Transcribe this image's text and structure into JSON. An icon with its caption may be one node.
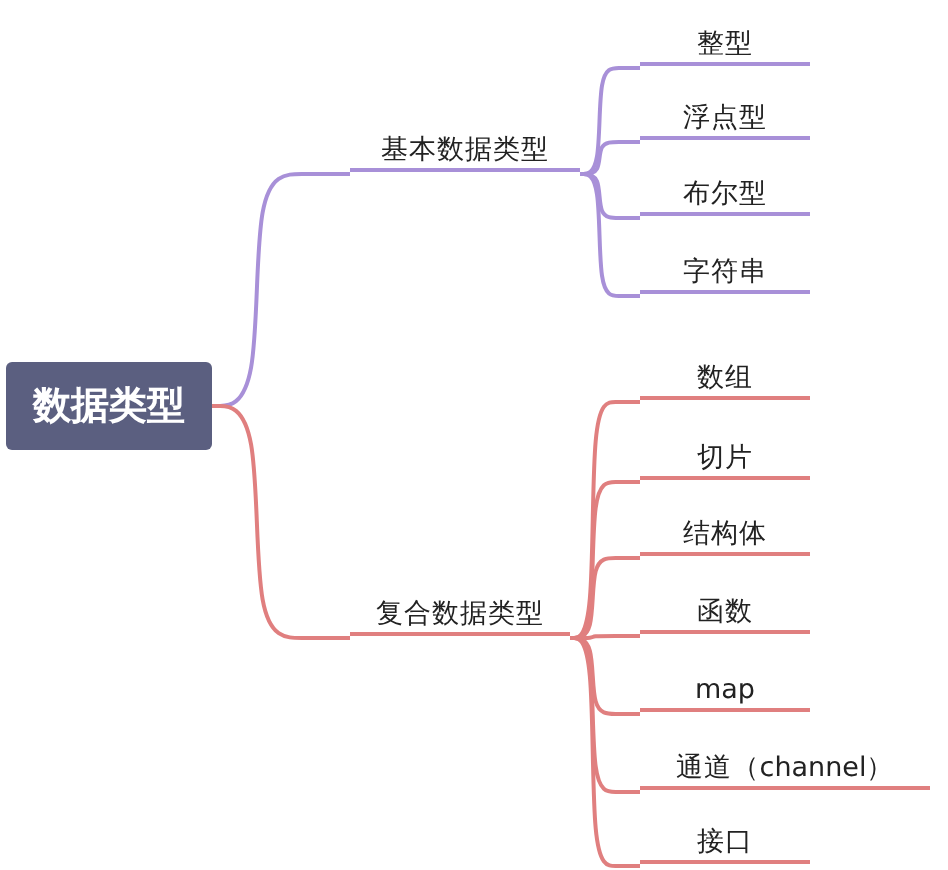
{
  "diagram": {
    "nodes": [
      {
        "text": [
          "数据类型"
        ]
      },
      {
        "text": [
          "基本数据类型"
        ]
      },
      {
        "text": [
          "整型"
        ]
      },
      {
        "text": [
          "浮点型"
        ]
      },
      {
        "text": [
          "布尔型"
        ]
      },
      {
        "text": [
          "字符串"
        ]
      },
      {
        "text": [
          "复合数据类型"
        ]
      },
      {
        "text": [
          "数组"
        ]
      },
      {
        "text": [
          "切片"
        ]
      },
      {
        "text": [
          "结构体"
        ]
      },
      {
        "text": [
          "函数"
        ]
      },
      {
        "text": [
          "map"
        ]
      },
      {
        "text": [
          "通道（channel）"
        ]
      },
      {
        "text": [
          "接口"
        ]
      }
    ],
    "edges": [
      {
        "from": 0,
        "to": 1,
        "arrow": "none",
        "color": "#a890d8"
      },
      {
        "from": 1,
        "to": 2,
        "arrow": "none",
        "color": "#a890d8"
      },
      {
        "from": 1,
        "to": 3,
        "arrow": "none",
        "color": "#a890d8"
      },
      {
        "from": 1,
        "to": 4,
        "arrow": "none",
        "color": "#a890d8"
      },
      {
        "from": 1,
        "to": 5,
        "arrow": "none",
        "color": "#a890d8"
      },
      {
        "from": 0,
        "to": 6,
        "arrow": "none",
        "color": "#e07f7f"
      },
      {
        "from": 6,
        "to": 7,
        "arrow": "none",
        "color": "#e07f7f"
      },
      {
        "from": 6,
        "to": 8,
        "arrow": "none",
        "color": "#e07f7f"
      },
      {
        "from": 6,
        "to": 9,
        "arrow": "none",
        "color": "#e07f7f"
      },
      {
        "from": 6,
        "to": 10,
        "arrow": "none",
        "color": "#e07f7f"
      },
      {
        "from": 6,
        "to": 11,
        "arrow": "none",
        "color": "#e07f7f"
      },
      {
        "from": 6,
        "to": 12,
        "arrow": "none",
        "color": "#e07f7f"
      },
      {
        "from": 6,
        "to": 13,
        "arrow": "none",
        "color": "#e07f7f"
      }
    ]
  }
}
